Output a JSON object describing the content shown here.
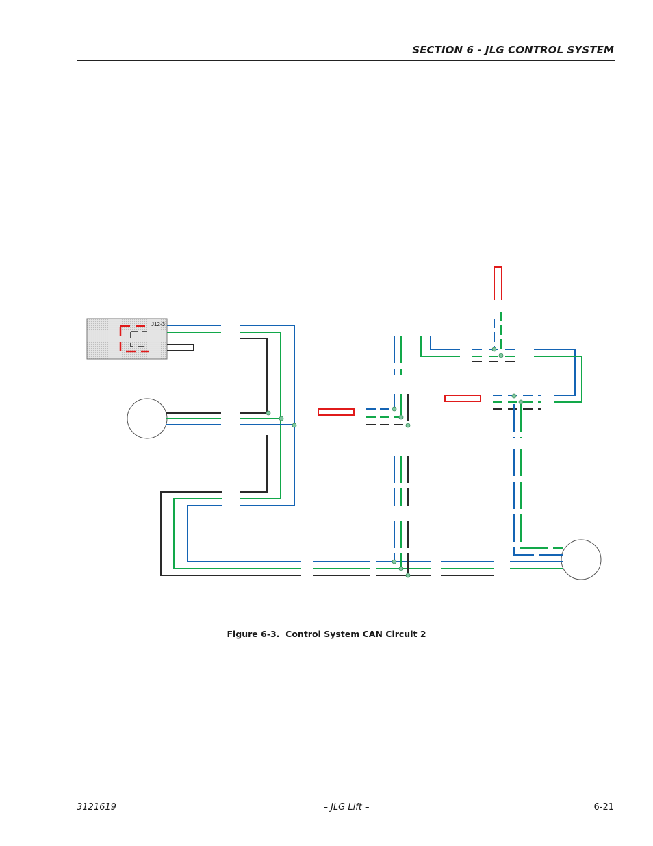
{
  "header": {
    "section_title": "SECTION 6 - JLG CONTROL SYSTEM"
  },
  "figure": {
    "caption_number": "Figure 6-3.",
    "caption_title": "Control System CAN Circuit 2",
    "connector_label": "J12-3"
  },
  "footer": {
    "document_number": "3121619",
    "publisher": "– JLG Lift –",
    "page_number": "6-21"
  },
  "colors": {
    "can_high_wire": "#1464b4",
    "can_low_wire": "#12a84a",
    "shield_wire": "#2a2a2a",
    "power_wire": "#e01b1b",
    "splice_node": "#7fc8a0"
  }
}
